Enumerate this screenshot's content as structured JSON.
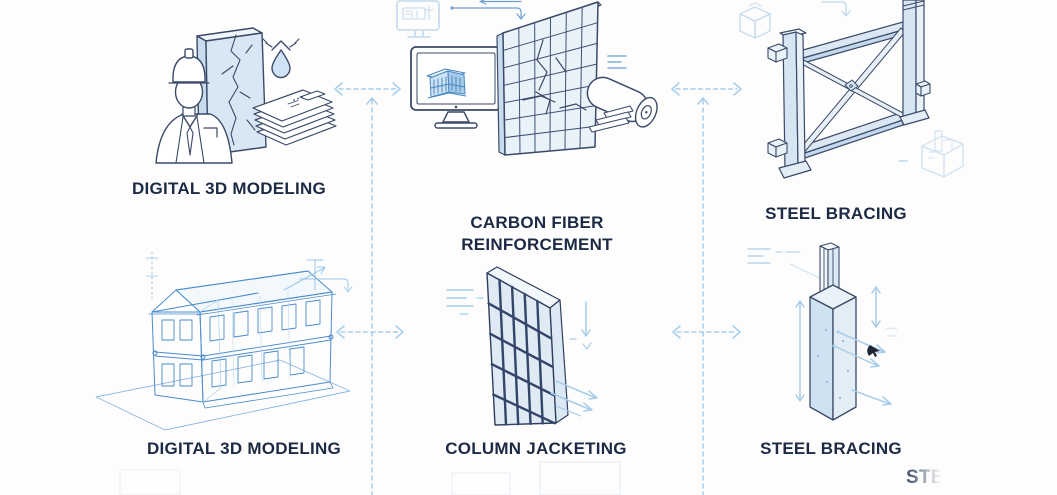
{
  "diagram": {
    "subject": "structural-retrofitting-process",
    "colors": {
      "background": "#fdfdfd",
      "label_text": "#1d2a44",
      "outline_navy": "#3a4a68",
      "fill_light_blue": "#d9e7f4",
      "wireframe_blue": "#4b8ccc",
      "arrow_blue": "#a9cfec"
    },
    "panels": [
      {
        "id": "digital-3d-modeling-top",
        "row": "top",
        "label": "DIGITAL 3D MODELING",
        "icon": "engineer-cracked-wall-illustration"
      },
      {
        "id": "carbon-fiber-reinforcement",
        "row": "top",
        "label": "CARBON FIBER REINFORCEMENT",
        "icon": "monitor-wall-fabric-roll-illustration"
      },
      {
        "id": "steel-bracing-top",
        "row": "top",
        "label": "STEEL BRACING",
        "icon": "x-braced-steel-frame-illustration"
      },
      {
        "id": "digital-3d-modeling-bottom",
        "row": "bottom",
        "label": "DIGITAL 3D MODELING",
        "icon": "wireframe-building-illustration"
      },
      {
        "id": "column-jacketing",
        "row": "bottom",
        "label": "COLUMN JACKETING",
        "icon": "grid-jacket-panel-illustration"
      },
      {
        "id": "steel-bracing-bottom",
        "row": "bottom",
        "label": "STEEL BRACING",
        "icon": "steel-core-column-illustration"
      }
    ],
    "partial_label": {
      "text": "STE"
    },
    "connectors": {
      "style": "dashed-double-headed-arrows",
      "count_horizontal": 4,
      "count_vertical": 2
    }
  }
}
